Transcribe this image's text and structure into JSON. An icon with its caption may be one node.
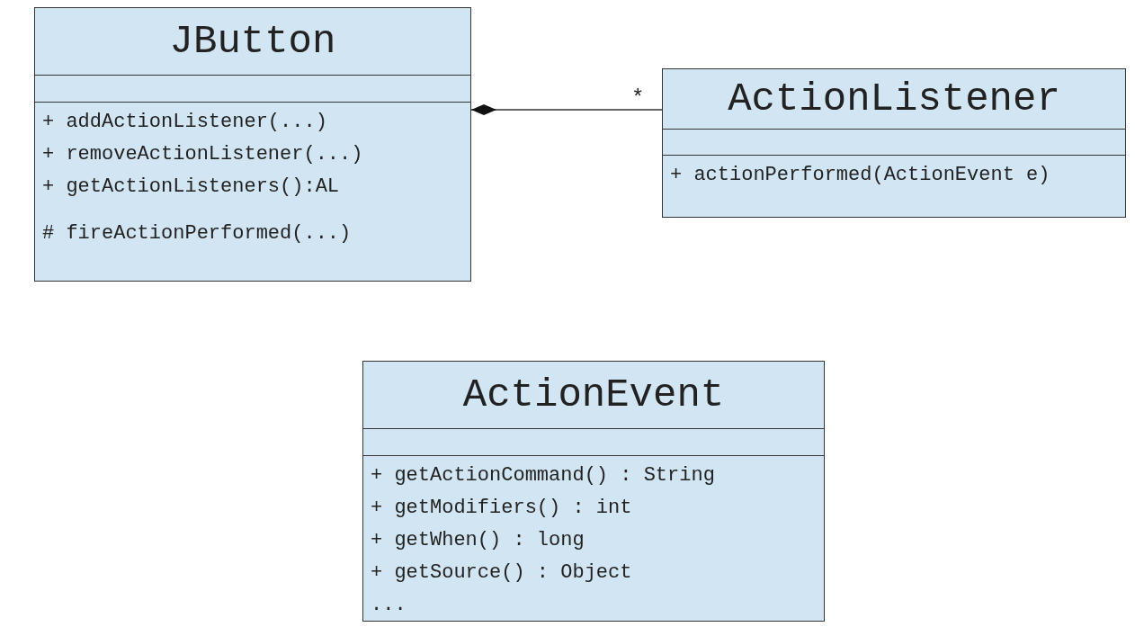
{
  "diagram": {
    "nodes": [
      {
        "text": [
          "JButton",
          "+ addActionListener(...)",
          "+ removeActionListener(...)",
          "+ getActionListeners():AL",
          "# fireActionPerformed(...)"
        ]
      },
      {
        "text": [
          "ActionListener",
          "+ actionPerformed(ActionEvent e)"
        ]
      },
      {
        "text": [
          "ActionEvent",
          "+ getActionCommand() : String",
          "+ getModifiers() : int",
          "+ getWhen() : long",
          "+ getSource() : Object",
          "..."
        ]
      }
    ],
    "edges": [
      {
        "from": 0,
        "to": 1,
        "arrow": "other",
        "label": "*"
      }
    ]
  }
}
